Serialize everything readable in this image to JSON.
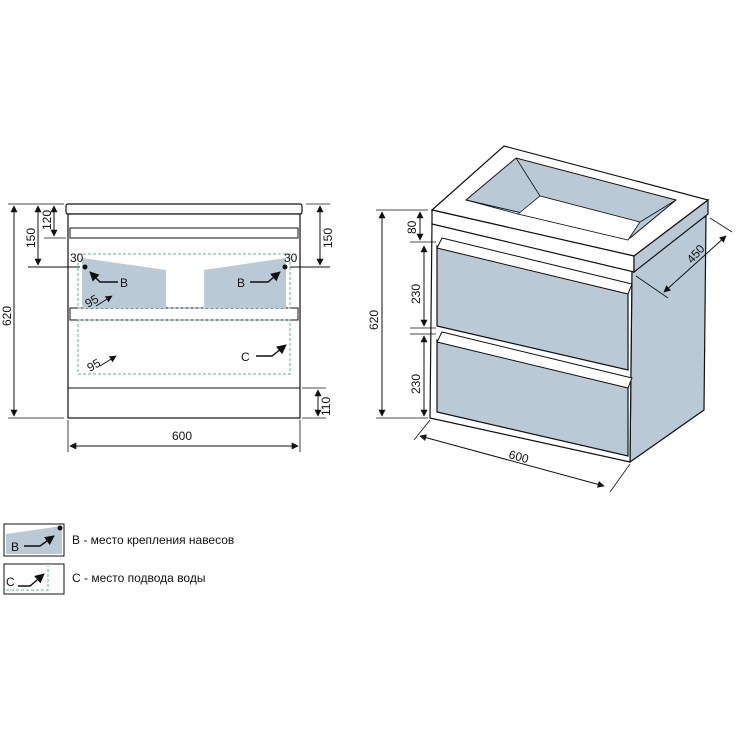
{
  "colors": {
    "panel": "#b9c9d6",
    "line": "#1a1a1a",
    "dash": "#5aa",
    "background": "#ffffff"
  },
  "front_view": {
    "height_total": "620",
    "top_150_left": "150",
    "top_120": "120",
    "top_150_right": "150",
    "offset_30_left": "30",
    "offset_30_right": "30",
    "inner_95_upper": "95",
    "inner_95_lower": "95",
    "bottom_110": "110",
    "width": "600",
    "marker_b_left": "B",
    "marker_b_right": "B",
    "marker_c": "C"
  },
  "iso_view": {
    "height_total": "620",
    "top_80": "80",
    "drawer_upper": "230",
    "drawer_lower": "230",
    "depth": "450",
    "width": "600"
  },
  "legend": {
    "b_marker": "B",
    "b_text": "В - место крепления навесов",
    "c_marker": "C",
    "c_text": "С - место подвода воды"
  }
}
